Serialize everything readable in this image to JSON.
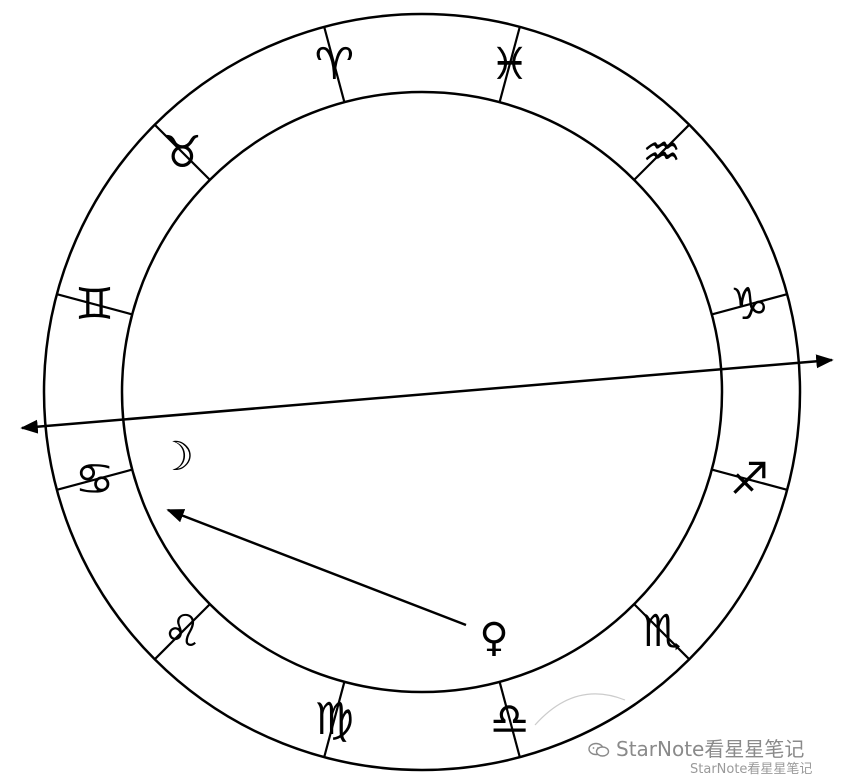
{
  "diagram": {
    "signs": [
      {
        "key": "aries",
        "glyph": "♈︎"
      },
      {
        "key": "pisces",
        "glyph": "♓︎"
      },
      {
        "key": "aquarius",
        "glyph": "♒︎"
      },
      {
        "key": "capricorn",
        "glyph": "♑︎"
      },
      {
        "key": "sagittarius",
        "glyph": "♐︎"
      },
      {
        "key": "scorpio",
        "glyph": "♏︎"
      },
      {
        "key": "libra",
        "glyph": "♎︎"
      },
      {
        "key": "virgo",
        "glyph": "♍︎"
      },
      {
        "key": "leo",
        "glyph": "♌︎"
      },
      {
        "key": "cancer",
        "glyph": "♋︎"
      },
      {
        "key": "gemini",
        "glyph": "♊︎"
      },
      {
        "key": "taurus",
        "glyph": "♉︎"
      }
    ],
    "moon_glyph": "☽︎",
    "venus_glyph": "♀︎"
  },
  "watermark": {
    "main": "StarNote看星星笔记",
    "sub": "StarNote看星星笔记"
  }
}
